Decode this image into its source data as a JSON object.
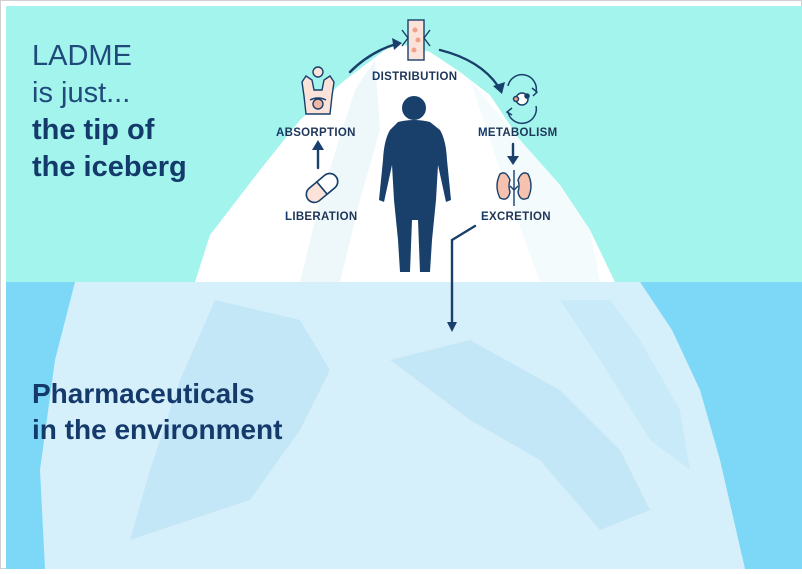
{
  "heading": {
    "line1": "LADME",
    "line2": "is just...",
    "line3": "the tip of",
    "line4": "the iceberg"
  },
  "subheading": {
    "line1": "Pharmaceuticals",
    "line2": "in the environment"
  },
  "steps": [
    {
      "initial": "L",
      "rest": "IBERATION",
      "icon": "pill-capsule-icon"
    },
    {
      "initial": "A",
      "rest": "BSORPTION",
      "icon": "intestine-torso-icon"
    },
    {
      "initial": "D",
      "rest": "ISTRIBUTION",
      "icon": "blood-vessel-icon"
    },
    {
      "initial": "M",
      "rest": "ETABOLISM",
      "icon": "molecule-cycle-icon"
    },
    {
      "initial": "E",
      "rest": "XCRETION",
      "icon": "kidneys-icon"
    }
  ],
  "colors": {
    "sky": "#a3f4ec",
    "water": "#7dd8f7",
    "ice_top": "#ffffff",
    "ice_under": "#d9f1fb",
    "text_dark": "#143a6b",
    "figure": "#193f6b"
  }
}
